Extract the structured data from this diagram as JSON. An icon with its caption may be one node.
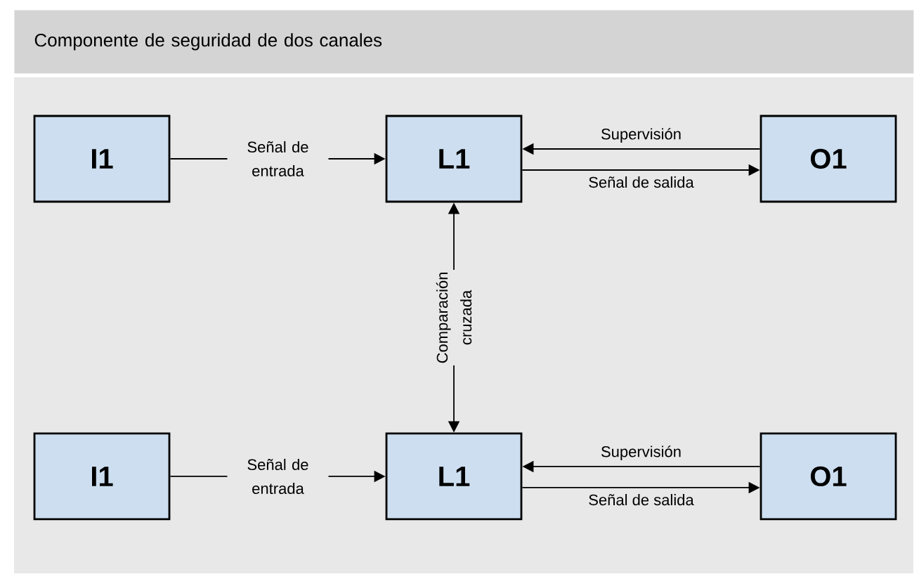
{
  "diagram": {
    "title": "Componente de seguridad de dos canales",
    "nodes": [
      {
        "text": [
          "I1"
        ]
      },
      {
        "text": [
          "L1"
        ]
      },
      {
        "text": [
          "O1"
        ]
      },
      {
        "text": [
          "I1"
        ]
      },
      {
        "text": [
          "L1"
        ]
      },
      {
        "text": [
          "O1"
        ]
      }
    ],
    "edges": [
      {
        "from": 0,
        "to": 1,
        "arrow": "to",
        "label": "Señal de entrada"
      },
      {
        "from": 2,
        "to": 1,
        "arrow": "to",
        "label": "Supervisión"
      },
      {
        "from": 1,
        "to": 2,
        "arrow": "to",
        "label": "Señal de salida"
      },
      {
        "from": 1,
        "to": 4,
        "arrow": "both",
        "label": "Comparación cruzada"
      },
      {
        "from": 3,
        "to": 4,
        "arrow": "to",
        "label": "Señal de entrada"
      },
      {
        "from": 5,
        "to": 4,
        "arrow": "to",
        "label": "Supervisión"
      },
      {
        "from": 4,
        "to": 5,
        "arrow": "to",
        "label": "Señal de salida"
      }
    ]
  }
}
